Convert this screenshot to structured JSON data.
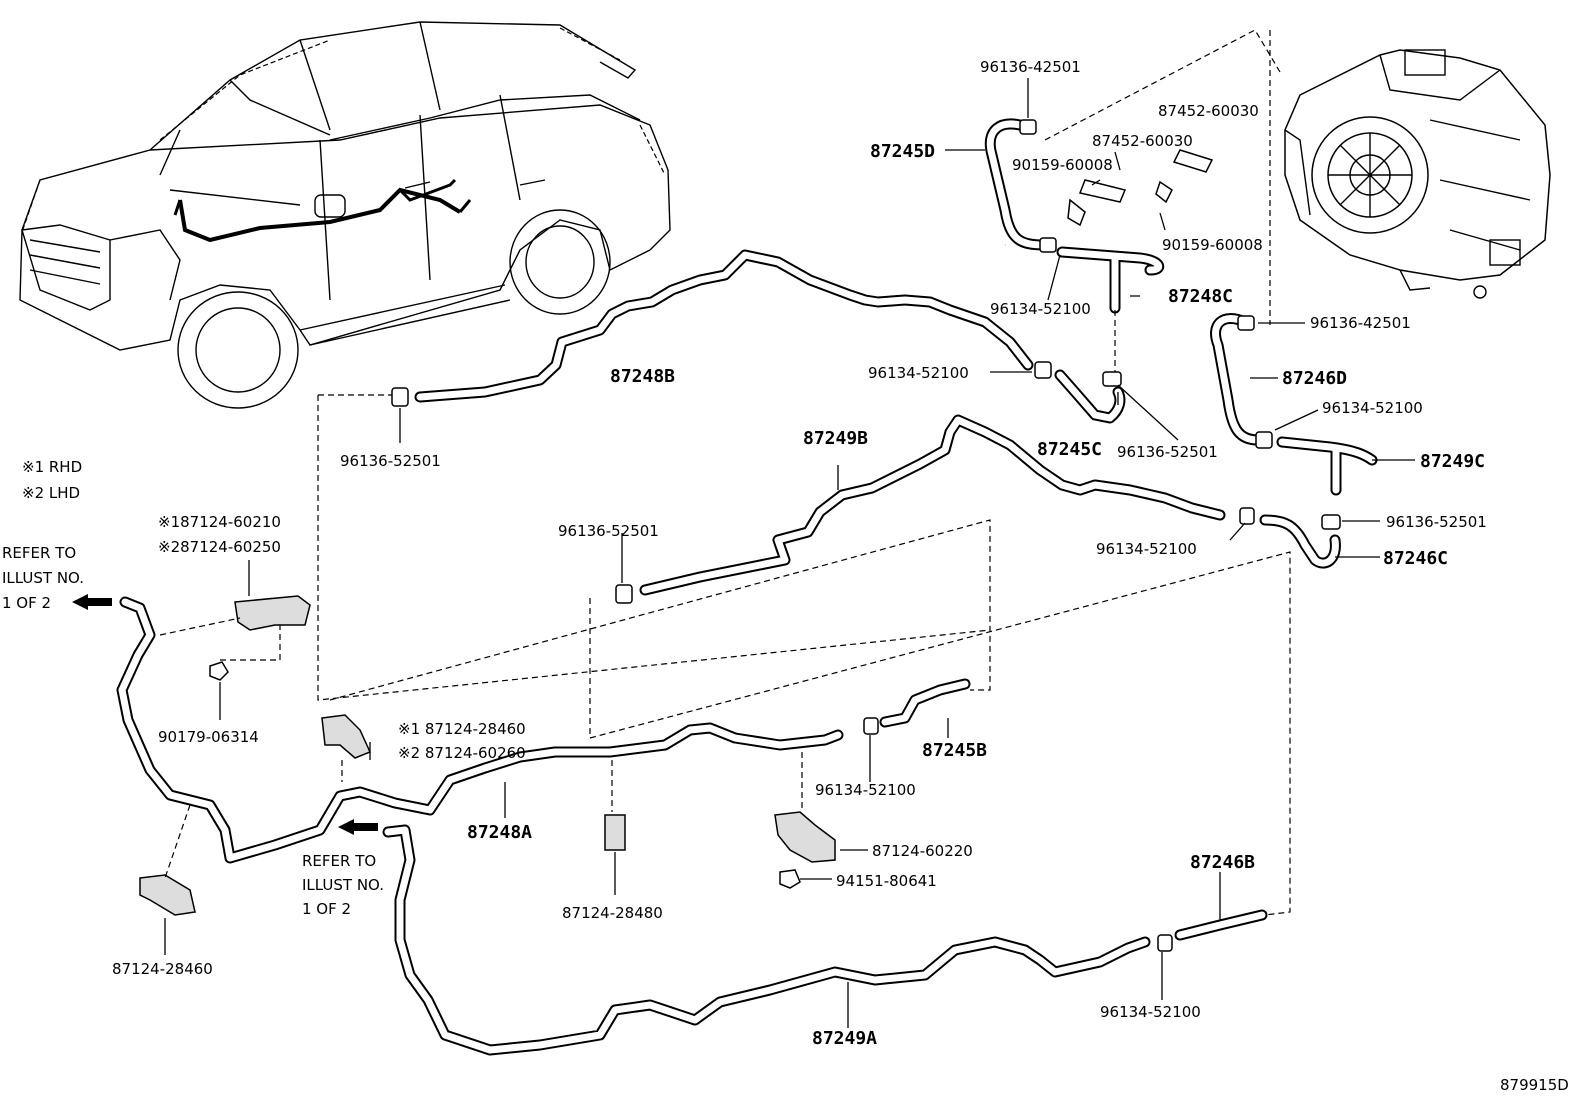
{
  "notes": {
    "rhd": "※1 RHD",
    "lhd": "※2 LHD",
    "refer_left": [
      "REFER TO",
      "ILLUST NO.",
      "1 OF 2"
    ],
    "refer_mid": [
      "REFER TO",
      "ILLUST NO.",
      "1 OF 2"
    ]
  },
  "hoses": {
    "h87245D": "87245D",
    "h87248C": "87248C",
    "h87248B": "87248B",
    "h87246D": "87246D",
    "h87245C": "87245C",
    "h87249C": "87249C",
    "h87249B": "87249B",
    "h87246C": "87246C",
    "h87245B": "87245B",
    "h87248A": "87248A",
    "h87246B": "87246B",
    "h87249A": "87249A"
  },
  "parts": {
    "p96136_42501_top": "96136-42501",
    "p87452_60030_a": "87452-60030",
    "p87452_60030_b": "87452-60030",
    "p90159_60008_a": "90159-60008",
    "p90159_60008_b": "90159-60008",
    "p96134_52100_a": "96134-52100",
    "p96136_42501_right": "96136-42501",
    "p96134_52100_b": "96134-52100",
    "p96136_52501_a": "96136-52501",
    "p96136_52501_b": "96136-52501",
    "p96134_52100_c": "96134-52100",
    "p87124_60210": "※187124-60210",
    "p87124_60250": "※287124-60250",
    "p96136_52501_c": "96136-52501",
    "p96134_52100_d": "96134-52100",
    "p96136_52501_d": "96136-52501",
    "p90179_06314": "90179-06314",
    "p87124_28460_r": "※1 87124-28460",
    "p87124_60260": "※2 87124-60260",
    "p96134_52100_e": "96134-52100",
    "p87124_60220": "87124-60220",
    "p94151_80641": "94151-80641",
    "p87124_28480": "87124-28480",
    "p87124_28460_l": "87124-28460",
    "p96134_52100_f": "96134-52100"
  },
  "figure_id": "879915D"
}
